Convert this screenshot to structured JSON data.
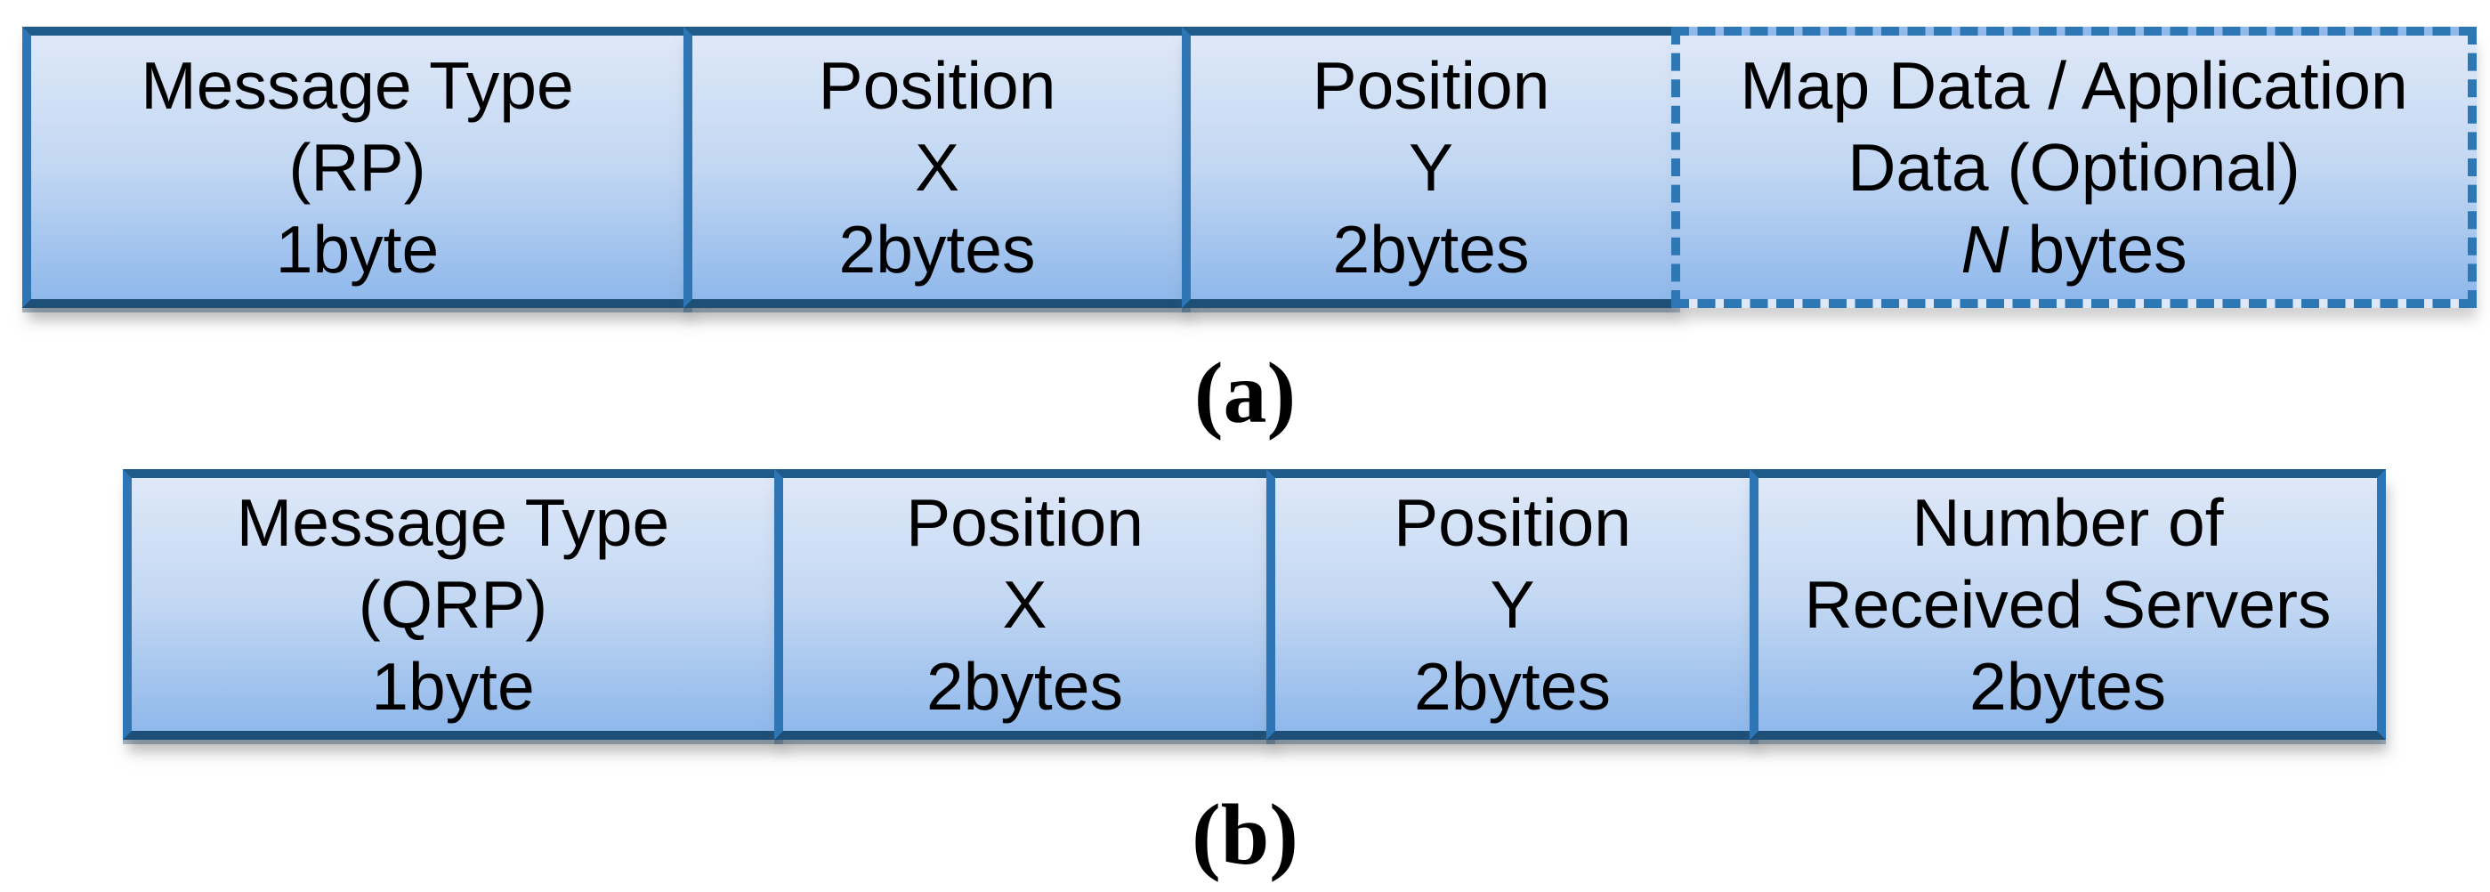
{
  "diagrams": [
    {
      "label": "(a)",
      "cells": [
        {
          "border": "solid",
          "lines": [
            "Message Type",
            "(RP)",
            "1byte"
          ]
        },
        {
          "border": "solid",
          "lines": [
            "Position",
            "X",
            "2bytes"
          ]
        },
        {
          "border": "solid",
          "lines": [
            "Position",
            "Y",
            "2bytes"
          ]
        },
        {
          "border": "dashed",
          "lines": [
            "Map Data / Application",
            "Data (Optional)"
          ],
          "size_italic": "N",
          "size_rest": " bytes"
        }
      ]
    },
    {
      "label": "(b)",
      "cells": [
        {
          "border": "solid",
          "lines": [
            "Message Type",
            "(QRP)",
            "1byte"
          ]
        },
        {
          "border": "solid",
          "lines": [
            "Position",
            "X",
            "2bytes"
          ]
        },
        {
          "border": "solid",
          "lines": [
            "Position",
            "Y",
            "2bytes"
          ]
        },
        {
          "border": "solid",
          "lines": [
            "Number of",
            "Received Servers",
            "2bytes"
          ]
        }
      ]
    }
  ],
  "palette": {
    "box_border": "#2E75B5",
    "box_border_top_bevel": "#1F5C8C",
    "box_border_bottom_bevel": "#1D4F77",
    "box_fill_top": "#DEE8F8",
    "box_fill_bottom": "#8FB8EB",
    "text": "#000000",
    "canvas": "#FFFFFF"
  }
}
